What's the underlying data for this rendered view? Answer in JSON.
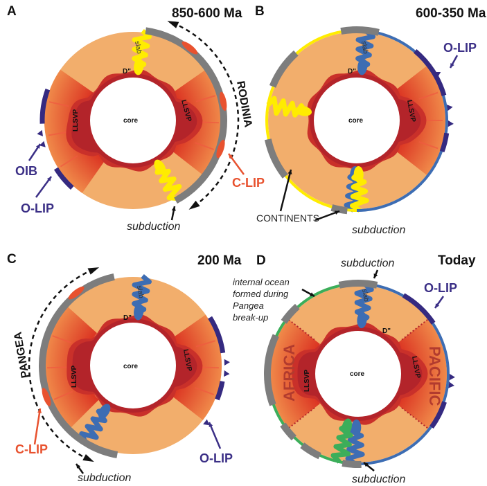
{
  "panels": {
    "A": {
      "letter": "A",
      "age": "850-600 Ma",
      "core": "core",
      "llsvp": "LLSVP",
      "d2": "D\"",
      "slab": "slab",
      "supercontinent": "RODINIA",
      "oib": "OIB",
      "olip": "O-LIP",
      "clip": "C-LIP",
      "subduction": "subduction"
    },
    "B": {
      "letter": "B",
      "age": "600-350 Ma",
      "core": "core",
      "llsvp": "LLSVP",
      "d2": "D\"",
      "slab": "slab",
      "olip": "O-LIP",
      "continents": "CONTINENTS",
      "subduction": "subduction"
    },
    "C": {
      "letter": "C",
      "age": "200 Ma",
      "core": "core",
      "llsvp": "LLSVP",
      "d2": "D\"",
      "slab": "slab",
      "supercontinent": "PANGEA",
      "clip": "C-LIP",
      "olip": "O-LIP",
      "subduction": "subduction"
    },
    "D": {
      "letter": "D",
      "age": "Today",
      "core": "core",
      "llsvp": "LLSVP",
      "d2": "D\"",
      "slab": "slab",
      "olip": "O-LIP",
      "subduction_top": "subduction",
      "subduction_bottom": "subduction",
      "africa": "AFRICA",
      "pacific": "PACIFIC",
      "ocean_note": [
        "internal ocean",
        "formed during",
        "Pangea",
        "break-up"
      ]
    }
  },
  "colors": {
    "yellow": "#ffec00",
    "blue": "#3d6db3",
    "green": "#3cae5a",
    "gray": "#7d7d7d",
    "navy": "#352a80",
    "mantle": "#f2ae6c",
    "plume": "#e8462a",
    "llsvp": "#b3242a",
    "clip": "#e8522f"
  }
}
